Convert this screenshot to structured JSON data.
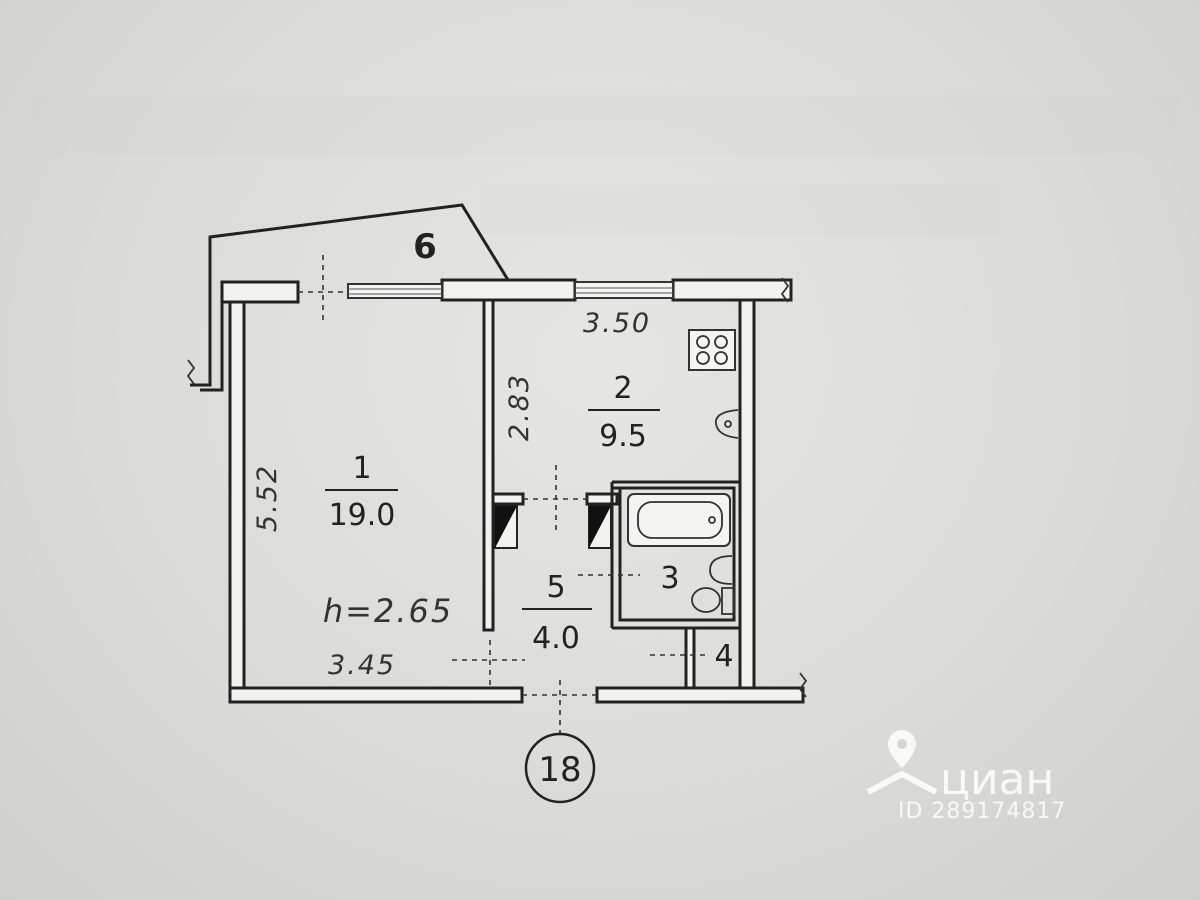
{
  "rooms": [
    {
      "number": "1",
      "area": "19.0"
    },
    {
      "number": "2",
      "area": "9.5"
    },
    {
      "number": "3"
    },
    {
      "number": "4"
    },
    {
      "number": "5",
      "area": "4.0"
    },
    {
      "number": "6"
    }
  ],
  "dimensions": {
    "d1": "5.52",
    "d2": "2.83",
    "d3": "3.50",
    "d4": "3.45",
    "height": "h=2.65"
  },
  "axis_marker": "18",
  "watermark": {
    "brand": "циан",
    "id": "ID 289174817"
  },
  "colors": {
    "paper": "#dadad7",
    "ink": "#222222",
    "watermark": "#ffffff"
  }
}
